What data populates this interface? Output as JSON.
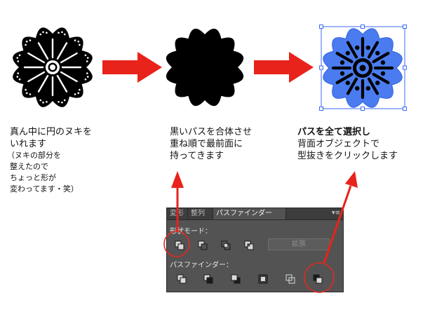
{
  "captions": {
    "step1": {
      "lines": [
        "真ん中に円のヌキを",
        "いれます"
      ],
      "note": [
        "（ヌキの部分を",
        "整えたので",
        "ちょっと形が",
        "変わってます・笑）"
      ]
    },
    "step2": {
      "lines": [
        "黒いパスを合体させ",
        "重ね順で最前面に",
        "持ってきます"
      ]
    },
    "step3": {
      "lines": [
        "パスを全て選択し",
        "背面オブジェクトで",
        "型抜きをクリックします"
      ]
    }
  },
  "panel": {
    "tabs": [
      "変形",
      "整列",
      "パスファインダー"
    ],
    "active_tab": "パスファインダー",
    "menu_icon": "panel-menu-icon",
    "shape_modes_label": "形状モード：",
    "pathfinders_label": "パスファインダー：",
    "expand_label": "拡張"
  },
  "colors": {
    "arrow": "#e8231b",
    "selection_fill": "#4a7cf0",
    "selection_stroke": "#3a6af5",
    "highlight_circle": "#e02a20",
    "panel_bg": "#535353"
  }
}
